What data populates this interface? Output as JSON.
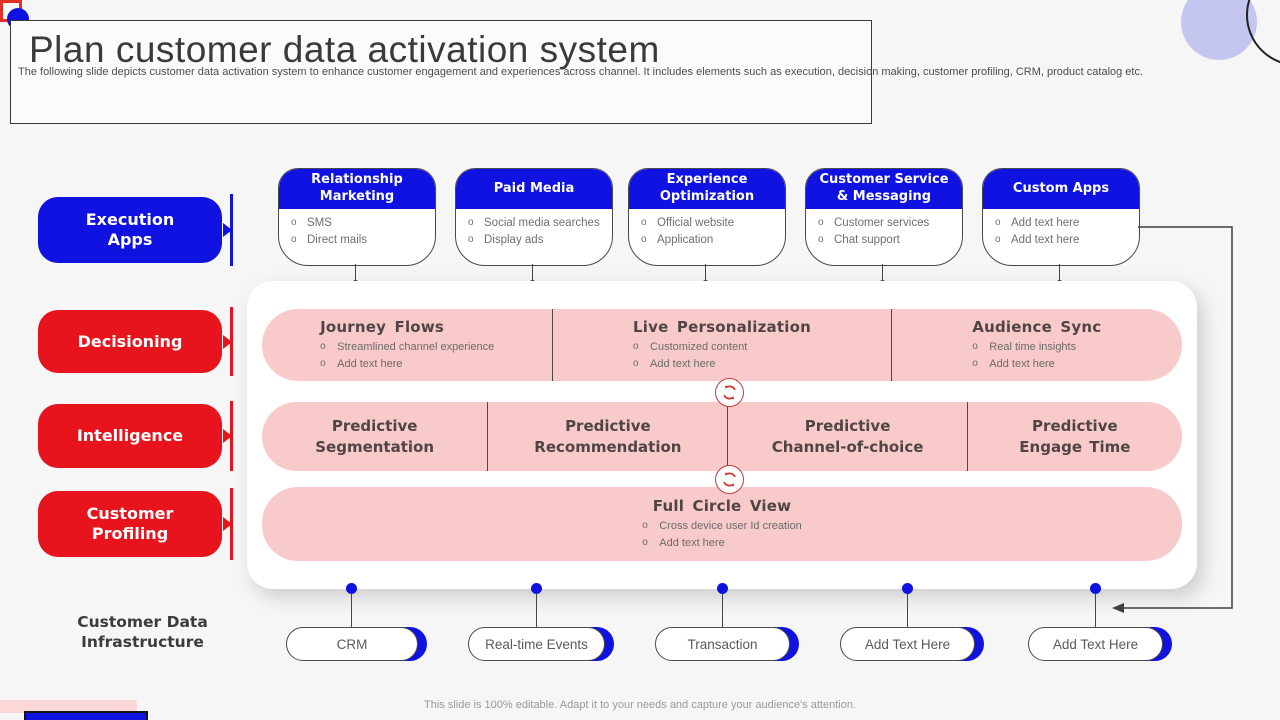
{
  "slide": {
    "title": "Plan customer data activation system",
    "subtitle": "The following slide depicts customer data activation system to enhance customer engagement and experiences across channel. It includes elements such as execution, decision making,  customer profiling, CRM,  product catalog etc.",
    "footer": "This slide is 100% editable. Adapt it to your needs and capture your audience's attention."
  },
  "colors": {
    "blue": "#0f12e0",
    "red": "#e8141d",
    "pink": "#f9caca",
    "lavender": "#c5c6f0"
  },
  "row_labels": [
    {
      "label": "Execution Apps"
    },
    {
      "label": "Decisioning"
    },
    {
      "label": "Intelligence"
    },
    {
      "label": "Customer Profiling"
    }
  ],
  "app_cards": [
    {
      "title": "Relationship Marketing",
      "items": [
        "SMS",
        "Direct mails"
      ]
    },
    {
      "title": "Paid Media",
      "items": [
        "Social media searches",
        "Display ads"
      ]
    },
    {
      "title": "Experience Optimization",
      "items": [
        "Official website",
        "Application"
      ]
    },
    {
      "title": "Customer Service & Messaging",
      "items": [
        "Customer services",
        "Chat support"
      ]
    },
    {
      "title": "Custom Apps",
      "items": [
        "Add text here",
        "Add text here"
      ]
    }
  ],
  "decisioning_row": [
    {
      "title": "Journey Flows",
      "items": [
        "Streamlined channel experience",
        "Add text here"
      ]
    },
    {
      "title": "Live Personalization",
      "items": [
        "Customized content",
        "Add text here"
      ]
    },
    {
      "title": "Audience Sync",
      "items": [
        "Real time insights",
        "Add text here"
      ]
    }
  ],
  "intelligence_row": [
    {
      "line1": "Predictive",
      "line2": "Segmentation"
    },
    {
      "line1": "Predictive",
      "line2": "Recommendation"
    },
    {
      "line1": "Predictive",
      "line2": "Channel-of-choice"
    },
    {
      "line1": "Predictive",
      "line2": "Engage Time"
    }
  ],
  "profiling_row": {
    "title": "Full Circle View",
    "items": [
      "Cross device user Id creation",
      "Add text here"
    ]
  },
  "infrastructure": {
    "label": "Customer Data Infrastructure",
    "pills": [
      "CRM",
      "Real-time Events",
      "Transaction",
      "Add Text Here",
      "Add Text Here"
    ]
  }
}
